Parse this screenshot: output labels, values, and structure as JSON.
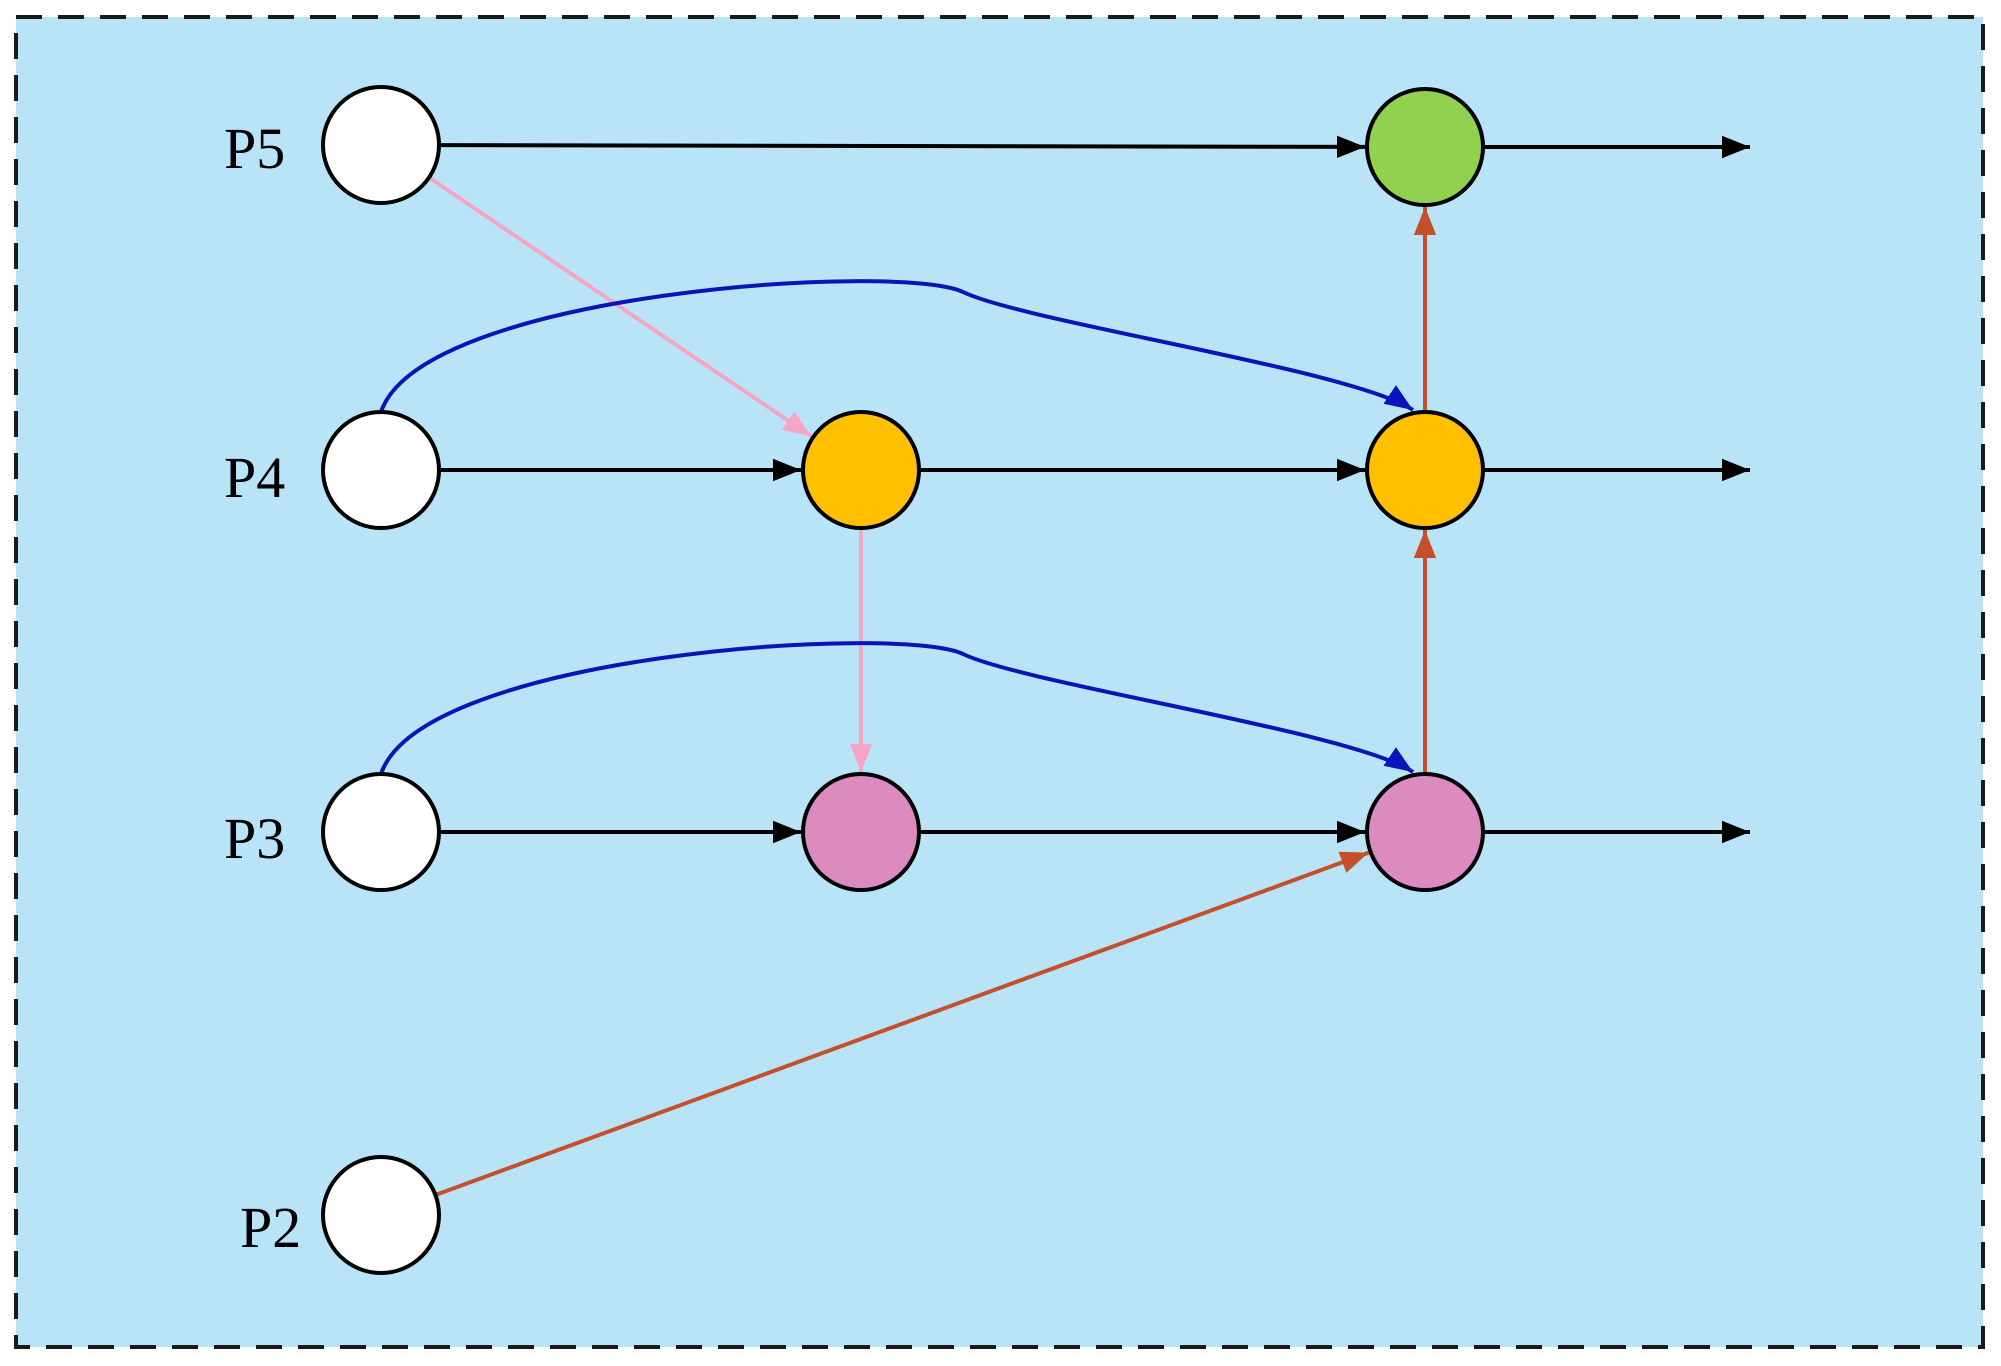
{
  "colors": {
    "background": "#b9e4f8",
    "border": "#1a1a1a",
    "input_node": "#ffffff",
    "p5_output_node": "#92d050",
    "p4_node": "#ffc000",
    "p3_node": "#db8bbf",
    "black_arrow": "#000000",
    "blue_arrow": "#0a14b8",
    "pink_arrow": "#f4a6c4",
    "red_arrow": "#c4502b"
  },
  "levels": [
    {
      "id": "p5",
      "label": "P5"
    },
    {
      "id": "p4",
      "label": "P4"
    },
    {
      "id": "p3",
      "label": "P3"
    },
    {
      "id": "p2",
      "label": "P2"
    }
  ],
  "nodes": [
    {
      "id": "p5-in",
      "level": "P5",
      "role": "input",
      "fill": "input_node"
    },
    {
      "id": "p5-out",
      "level": "P5",
      "role": "output",
      "fill": "p5_output_node"
    },
    {
      "id": "p4-in",
      "level": "P4",
      "role": "input",
      "fill": "input_node"
    },
    {
      "id": "p4-mid",
      "level": "P4",
      "role": "intermediate",
      "fill": "p4_node"
    },
    {
      "id": "p4-out",
      "level": "P4",
      "role": "output",
      "fill": "p4_node"
    },
    {
      "id": "p3-in",
      "level": "P3",
      "role": "input",
      "fill": "input_node"
    },
    {
      "id": "p3-mid",
      "level": "P3",
      "role": "intermediate",
      "fill": "p3_node"
    },
    {
      "id": "p3-out",
      "level": "P3",
      "role": "output",
      "fill": "p3_node"
    },
    {
      "id": "p2-in",
      "level": "P2",
      "role": "input",
      "fill": "input_node"
    }
  ],
  "edges": [
    {
      "id": "p5-in-to-p5-out",
      "from": "p5-in",
      "to": "p5-out",
      "color": "black_arrow",
      "kind": "straight"
    },
    {
      "id": "p5-out-to-exit",
      "from": "p5-out",
      "to": "p5-exit",
      "color": "black_arrow",
      "kind": "straight"
    },
    {
      "id": "p4-in-to-p4-mid",
      "from": "p4-in",
      "to": "p4-mid",
      "color": "black_arrow",
      "kind": "straight"
    },
    {
      "id": "p4-mid-to-p4-out",
      "from": "p4-mid",
      "to": "p4-out",
      "color": "black_arrow",
      "kind": "straight"
    },
    {
      "id": "p4-out-to-exit",
      "from": "p4-out",
      "to": "p4-exit",
      "color": "black_arrow",
      "kind": "straight"
    },
    {
      "id": "p3-in-to-p3-mid",
      "from": "p3-in",
      "to": "p3-mid",
      "color": "black_arrow",
      "kind": "straight"
    },
    {
      "id": "p3-mid-to-p3-out",
      "from": "p3-mid",
      "to": "p3-out",
      "color": "black_arrow",
      "kind": "straight"
    },
    {
      "id": "p3-out-to-exit",
      "from": "p3-out",
      "to": "p3-exit",
      "color": "black_arrow",
      "kind": "straight"
    },
    {
      "id": "p5-in-to-p4-mid",
      "from": "p5-in",
      "to": "p4-mid",
      "color": "pink_arrow",
      "kind": "straight"
    },
    {
      "id": "p4-mid-to-p3-mid",
      "from": "p4-mid",
      "to": "p3-mid",
      "color": "pink_arrow",
      "kind": "straight"
    },
    {
      "id": "p4-in-to-p4-out",
      "from": "p4-in",
      "to": "p4-out",
      "color": "blue_arrow",
      "kind": "skip"
    },
    {
      "id": "p3-in-to-p3-out",
      "from": "p3-in",
      "to": "p3-out",
      "color": "blue_arrow",
      "kind": "skip"
    },
    {
      "id": "p2-in-to-p3-out",
      "from": "p2-in",
      "to": "p3-out",
      "color": "red_arrow",
      "kind": "straight"
    },
    {
      "id": "p3-out-to-p4-out",
      "from": "p3-out",
      "to": "p4-out",
      "color": "red_arrow",
      "kind": "straight"
    },
    {
      "id": "p4-out-to-p5-out",
      "from": "p4-out",
      "to": "p5-out",
      "color": "red_arrow",
      "kind": "straight"
    }
  ]
}
